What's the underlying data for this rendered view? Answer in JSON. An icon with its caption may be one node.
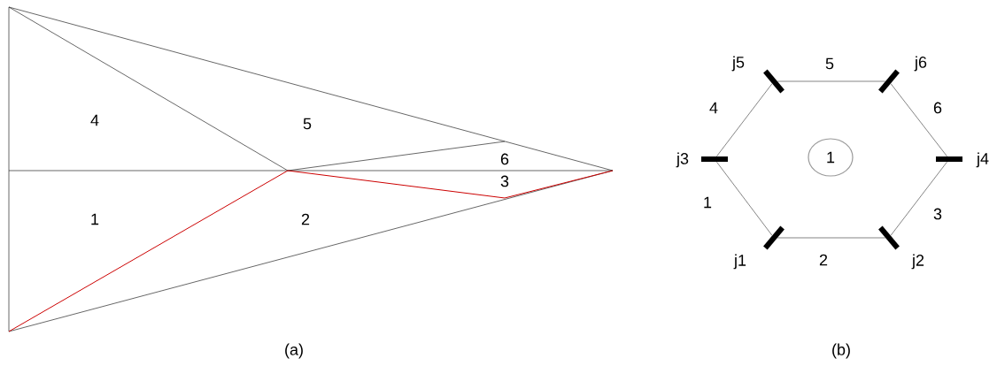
{
  "diagram": {
    "nodes": [
      {
        "text": [],
        "shape": "bar",
        "beside": [
          "j5"
        ]
      },
      {
        "text": [],
        "shape": "bar",
        "beside": [
          "j6"
        ]
      },
      {
        "text": [],
        "shape": "bar",
        "beside": [
          "j3"
        ]
      },
      {
        "text": [
          "1"
        ]
      },
      {
        "text": [],
        "shape": "bar",
        "beside": [
          "j4"
        ]
      },
      {
        "text": [],
        "shape": "bar",
        "beside": [
          "j1"
        ]
      },
      {
        "text": [],
        "shape": "bar",
        "beside": [
          "j2"
        ]
      }
    ],
    "edges": [
      {
        "from": 0,
        "to": 1,
        "arrow": "none",
        "label": "5"
      },
      {
        "from": 1,
        "to": 4,
        "arrow": "none",
        "label": "6"
      },
      {
        "from": 4,
        "to": 6,
        "arrow": "none",
        "label": "3"
      },
      {
        "from": 6,
        "to": 5,
        "arrow": "none",
        "label": "2"
      },
      {
        "from": 5,
        "to": 2,
        "arrow": "none",
        "label": "1"
      },
      {
        "from": 2,
        "to": 0,
        "arrow": "none",
        "label": "4"
      }
    ],
    "labels": [
      "4",
      "5",
      "6",
      "3",
      "1",
      "2",
      "(a)",
      "(b)"
    ]
  }
}
